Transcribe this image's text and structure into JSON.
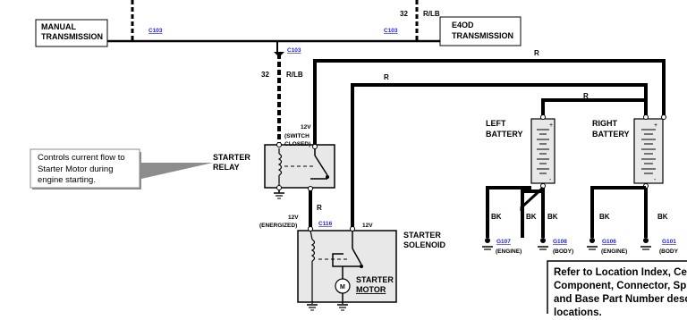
{
  "labels": {
    "manual_transmission": [
      "MANUAL",
      "TRANSMISSION"
    ],
    "e4od_transmission": [
      "E4OD",
      "TRANSMISSION"
    ],
    "starter_relay": [
      "STARTER",
      "RELAY"
    ],
    "starter_solenoid": [
      "STARTER",
      "SOLENOID"
    ],
    "starter_motor": [
      "STARTER",
      "MOTOR"
    ],
    "left_battery": [
      "LEFT",
      "BATTERY"
    ],
    "right_battery": [
      "RIGHT",
      "BATTERY"
    ],
    "switch_closed": [
      "12V",
      "(SWITCH",
      "CLOSED)"
    ],
    "energized": [
      "12V",
      "(ENERGIZED)"
    ],
    "solenoid_12v": "12V",
    "motor_symbol": "M"
  },
  "connectors": {
    "c103_left": "C103",
    "c103_right": "C103",
    "c103_center": "C103",
    "c116": "C116"
  },
  "wires": {
    "top_circuit": "32",
    "top_color": "R/LB",
    "relay_circuit": "32",
    "relay_color": "R/LB",
    "r_top": "R",
    "r_mid": "R",
    "r_bat": "R",
    "r_relay_out": "R",
    "bk1": "BK",
    "bk2": "BK",
    "bk3": "BK",
    "bk4": "BK",
    "bk5": "BK"
  },
  "grounds": {
    "g107": "G107",
    "g107_loc": "(ENGINE)",
    "g108": "G108",
    "g108_loc": "(BODY)",
    "g106": "G106",
    "g106_loc": "(ENGINE)",
    "g101": "G101",
    "g101_loc": "(BODY"
  },
  "note_box": [
    "Controls current flow to",
    "Starter Motor during",
    "engine starting."
  ],
  "reference_box": [
    "Refer to Location Index, Ce",
    "Component, Connector, Spl",
    "and Base Part Number desc",
    "locations."
  ]
}
